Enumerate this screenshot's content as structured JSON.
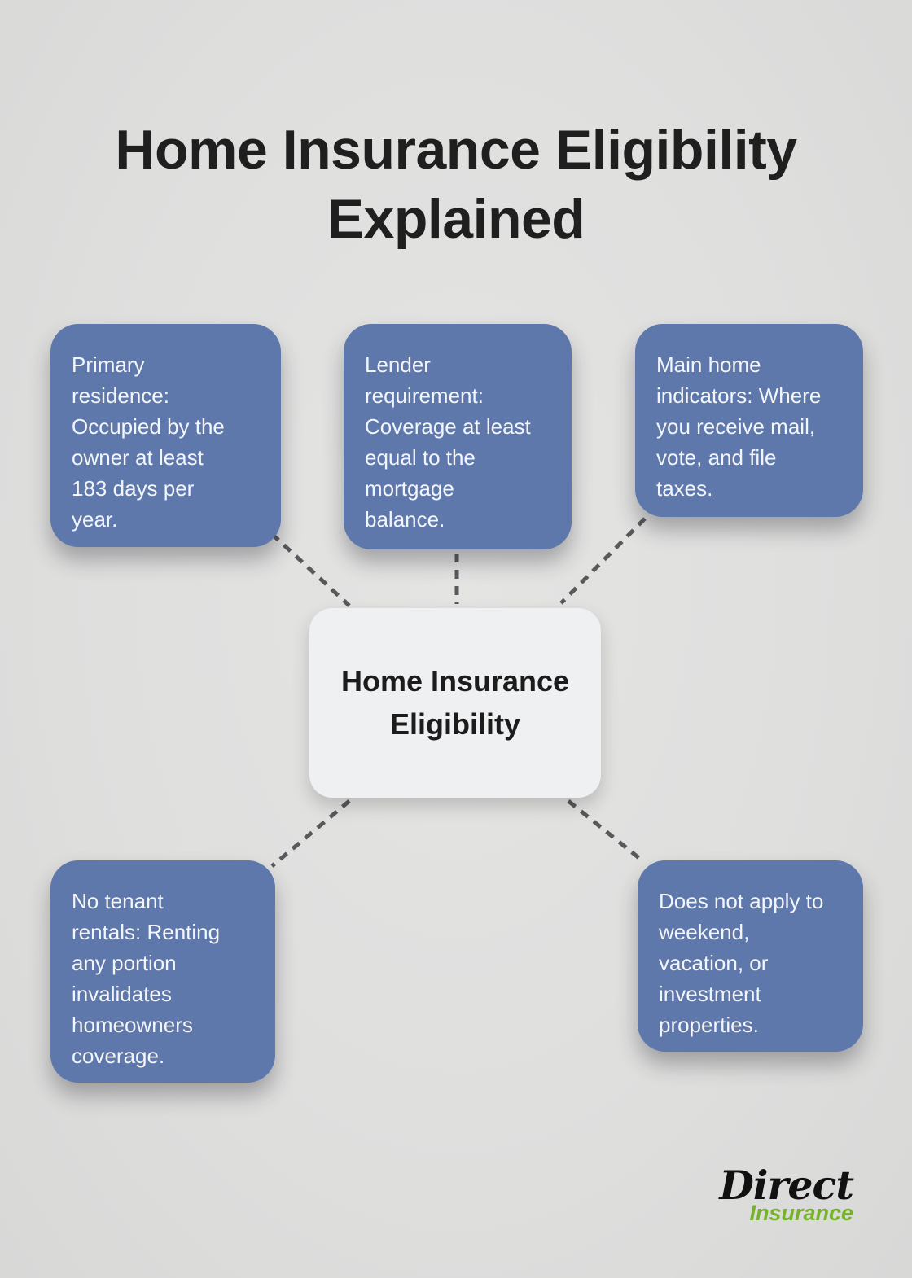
{
  "title": "Home Insurance Eligibility Explained",
  "center_node": {
    "label": "Home Insurance\nEligibility"
  },
  "nodes": [
    {
      "id": "primary-residence",
      "text": "Primary\nresidence:\nOccupied by the\nowner at least\n183 days per\nyear."
    },
    {
      "id": "lender-requirement",
      "text": "Lender\nrequirement:\nCoverage at least\nequal to the\nmortgage\nbalance."
    },
    {
      "id": "main-home-indicators",
      "text": "Main home\nindicators: Where\nyou receive mail,\nvote, and file\ntaxes."
    },
    {
      "id": "no-tenant-rentals",
      "text": "No tenant\nrentals: Renting\nany portion\ninvalidates\nhomeowners\ncoverage."
    },
    {
      "id": "not-vacation-properties",
      "text": "Does not apply to\nweekend,\nvacation, or\ninvestment\nproperties."
    }
  ],
  "logo": {
    "primary": "Direct",
    "secondary": "Insurance"
  },
  "colors": {
    "background": "#dfdfde",
    "node_fill": "#5e78ab",
    "node_text": "#f3f5f9",
    "center_fill": "#eff0f2",
    "center_text": "#1c1c1c",
    "connector": "#58595b",
    "title_text": "#1f1f1f",
    "logo_primary": "#111111",
    "logo_secondary": "#76b32b"
  }
}
